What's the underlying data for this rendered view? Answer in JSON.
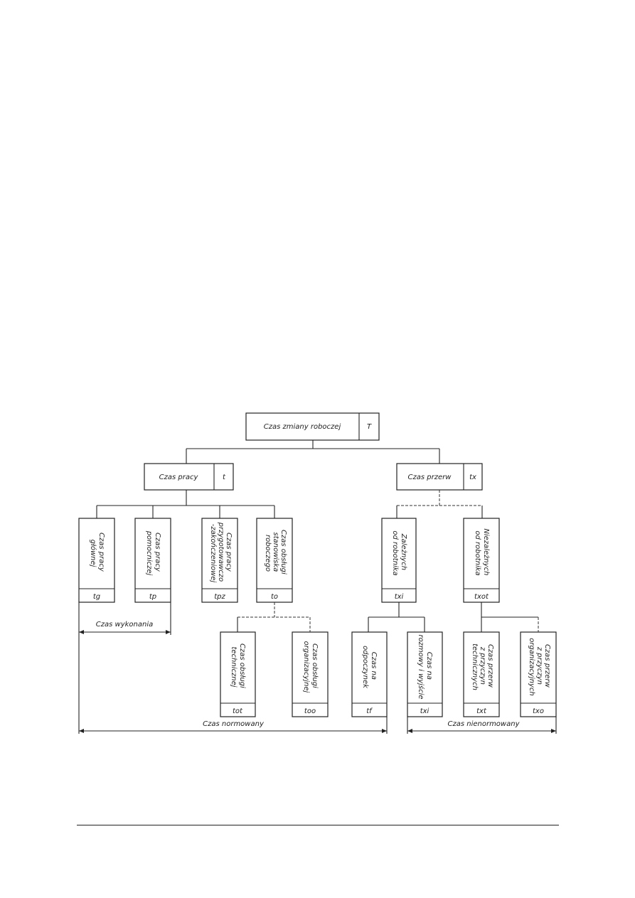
{
  "root": {
    "label": "Czas zmiany roboczej",
    "symbol": "T"
  },
  "work": {
    "label": "Czas pracy",
    "symbol": "t"
  },
  "breaks": {
    "label": "Czas przerw",
    "symbol": "tx"
  },
  "work_children": [
    {
      "lines": [
        "Czas pracy",
        "głównej"
      ],
      "symbol": "tg"
    },
    {
      "lines": [
        "Czas pracy",
        "pomocniczej"
      ],
      "symbol": "tp"
    },
    {
      "lines": [
        "Czas pracy",
        "przygotowawczo",
        "-zakończeniowej"
      ],
      "symbol": "tpz"
    },
    {
      "lines": [
        "Czas obsługi",
        "stanowiska",
        "roboczego"
      ],
      "symbol": "to"
    }
  ],
  "service_children": [
    {
      "lines": [
        "Czas obsługi",
        "technicznej"
      ],
      "symbol": "tot"
    },
    {
      "lines": [
        "Czas obsługi",
        "organizacyjnej"
      ],
      "symbol": "too"
    }
  ],
  "break_children": [
    {
      "lines": [
        "Zależnych",
        "od robotnika"
      ],
      "symbol": "txi"
    },
    {
      "lines": [
        "Niezależnych",
        "od robotnika"
      ],
      "symbol": "txot"
    }
  ],
  "dependent_children": [
    {
      "lines": [
        "Czas na",
        "odpoczynek"
      ],
      "symbol": "tf"
    },
    {
      "lines": [
        "Czas na",
        "rozmowy i wyjście"
      ],
      "symbol": "txi"
    }
  ],
  "independent_children": [
    {
      "lines": [
        "Czas przerw",
        "z przyczyn",
        "technicznych"
      ],
      "symbol": "txt"
    },
    {
      "lines": [
        "Czas przerw",
        "z przyczyn",
        "organizacyjnych"
      ],
      "symbol": "txo"
    }
  ],
  "spans": {
    "execution": "Czas wykonania",
    "normed": "Czas normowany",
    "unnormed": "Czas nienormowany"
  }
}
